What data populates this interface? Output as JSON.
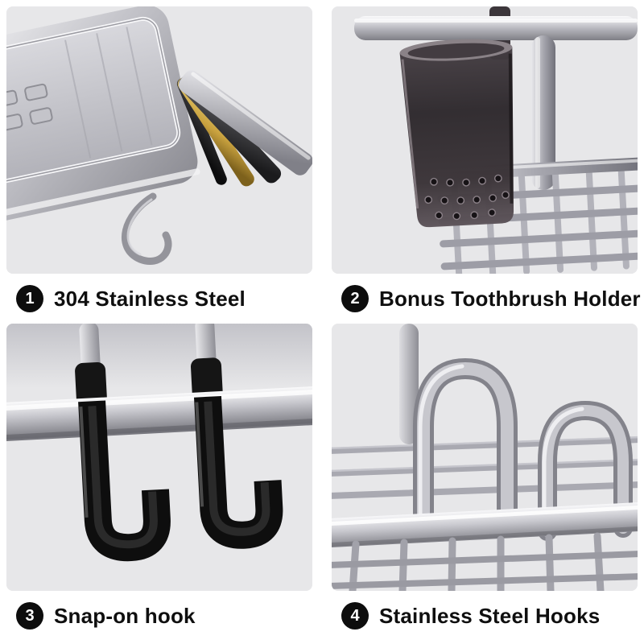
{
  "features": [
    {
      "number": "1",
      "label": "304 Stainless Steel"
    },
    {
      "number": "2",
      "label": "Bonus Toothbrush Holder"
    },
    {
      "number": "3",
      "label": "Snap-on hook"
    },
    {
      "number": "4",
      "label": "Stainless Steel Hooks"
    }
  ],
  "colors": {
    "page_background": "#ffffff",
    "panel_background": "#e7e7e9",
    "badge_background": "#0d0d0d",
    "badge_text": "#ffffff",
    "label_text": "#0f0f0f",
    "steel_silver": "#c2c2c8",
    "accent_gold": "#d0a945",
    "hook_black": "#0e0e0e",
    "cup_smoke": "#332d31"
  }
}
